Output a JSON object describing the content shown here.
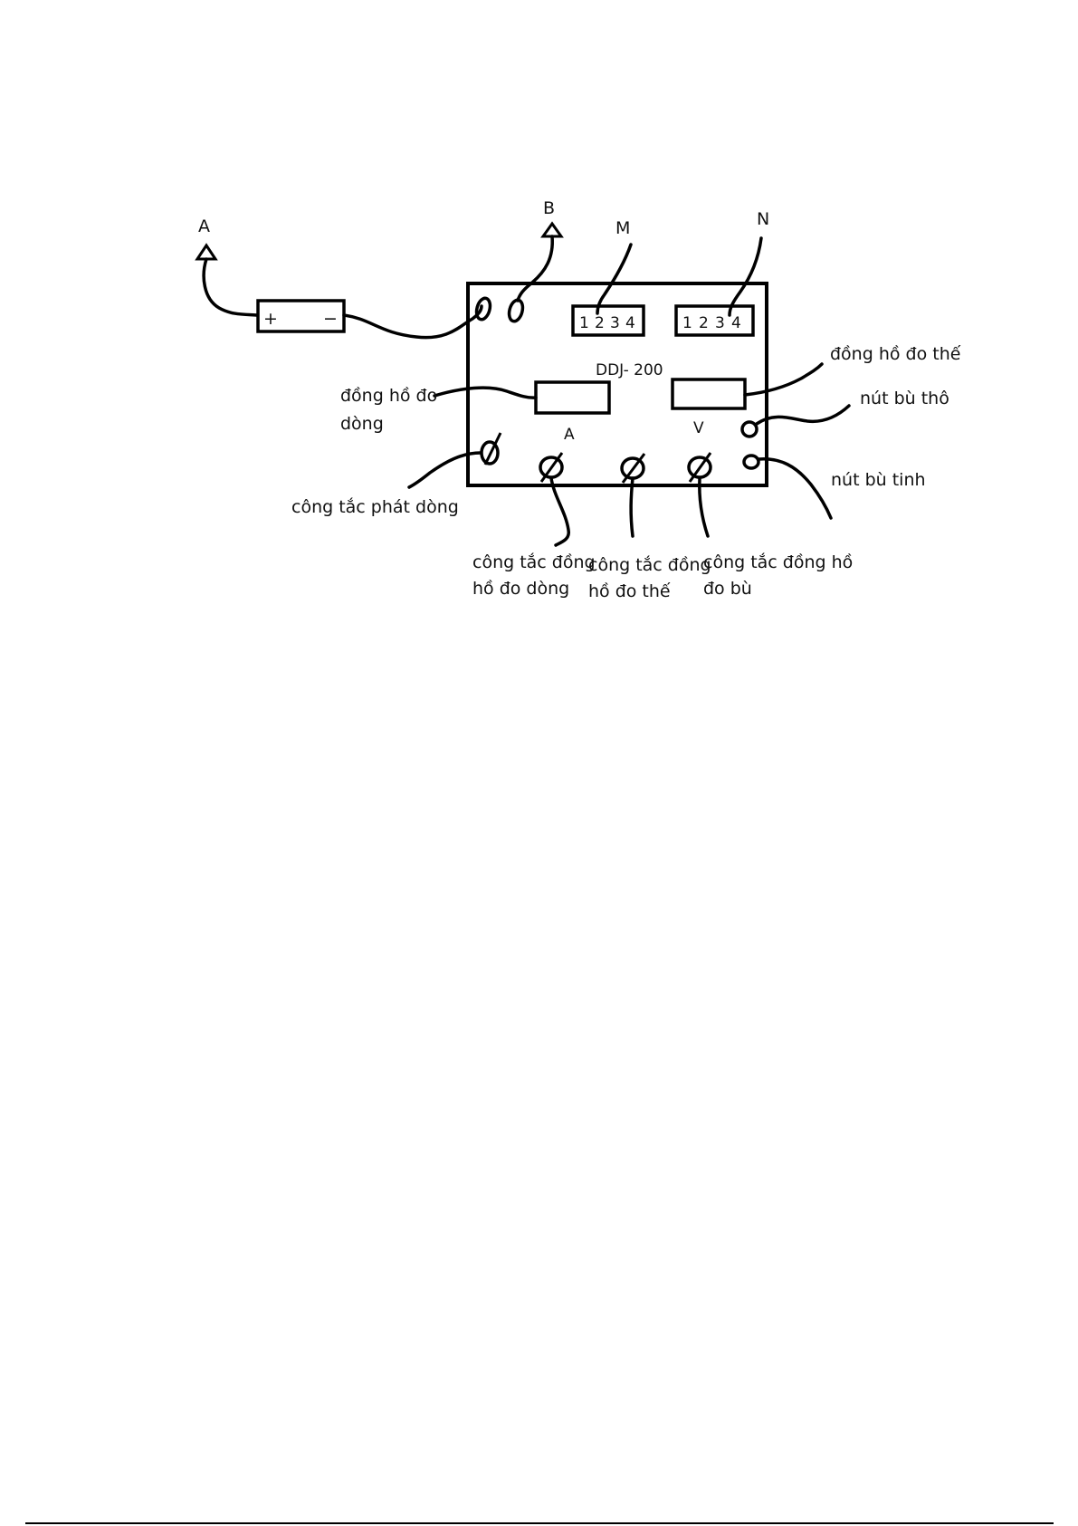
{
  "terminals": {
    "a": "A",
    "b": "B",
    "m": "M",
    "n": "N"
  },
  "battery": {
    "plus": "+",
    "minus": "−"
  },
  "device": {
    "model": "DDJ- 200",
    "m_socket": [
      "1",
      "2",
      "3",
      "4"
    ],
    "n_socket": [
      "1",
      "2",
      "3",
      "4"
    ],
    "meter_a_symbol": "A",
    "meter_v_symbol": "V"
  },
  "labels": {
    "current_meter": [
      "đồng hồ đo",
      "dòng"
    ],
    "voltage_meter": "đồng hồ đo thế",
    "coarse_knob": "nút bù thô",
    "fine_knob": "nút bù tinh",
    "current_switch": "công tắc phát dòng",
    "current_meter_switch": [
      "công tắc đồng",
      "hồ đo dòng"
    ],
    "voltage_meter_switch": [
      "công tắc đồng",
      "hồ đo thế"
    ],
    "comp_meter_switch": [
      "công tắc đồng hồ",
      "đo bù"
    ]
  }
}
